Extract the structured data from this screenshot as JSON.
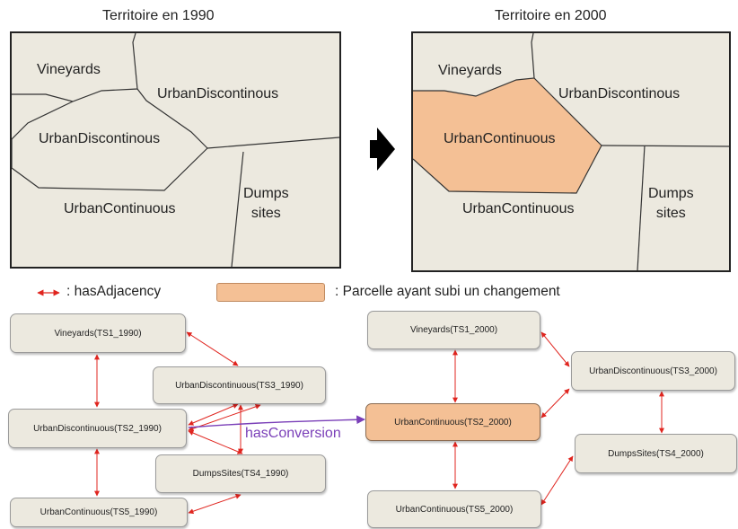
{
  "titles": {
    "left": "Territoire en 1990",
    "right": "Territoire en 2000"
  },
  "map_1990": {
    "vineyards": "Vineyards",
    "urban_discontinuous_right": "UrbanDiscontinous",
    "urban_discontinuous_center": "UrbanDiscontinous",
    "urban_continuous": "UrbanContinuous",
    "dumps_sites": "Dumps\nsites"
  },
  "map_2000": {
    "vineyards": "Vineyards",
    "urban_discontinuous": "UrbanDiscontinous",
    "urban_continuous_changed": "UrbanContinuous",
    "urban_continuous": "UrbanContinuous",
    "dumps_sites": "Dumps\nsites"
  },
  "legend": {
    "adjacency": ": hasAdjacency",
    "changed": ": Parcelle  ayant subi un changement"
  },
  "graph_1990": {
    "ts1": "Vineyards(TS1_1990)",
    "ts3": "UrbanDiscontinuous(TS3_1990)",
    "ts2": "UrbanDiscontinuous(TS2_1990)",
    "ts4": "DumpsSites(TS4_1990)",
    "ts5": "UrbanContinuous(TS5_1990)"
  },
  "graph_2000": {
    "ts1": "Vineyards(TS1_2000)",
    "ts3": "UrbanDiscontinuous(TS3_2000)",
    "ts2": "UrbanContinuous(TS2_2000)",
    "ts4": "DumpsSites(TS4_2000)",
    "ts5": "UrbanContinuous(TS5_2000)"
  },
  "conversion_label": "hasConversion",
  "colors": {
    "changed": "#f4c095",
    "adjacency_arrow": "#e0251f",
    "conversion_arrow": "#7a3fb8",
    "parcel_fill": "#ece9df"
  }
}
